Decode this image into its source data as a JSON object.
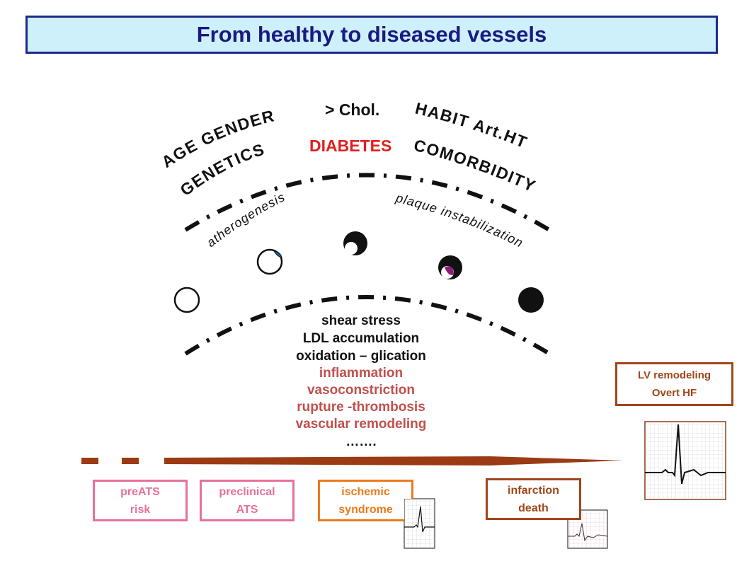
{
  "title": "From healthy to diseased vessels",
  "risk_factors": {
    "age": "AGE",
    "gender": "GENDER",
    "genetics": "GENETICS",
    "chol": "> Chol.",
    "diabetes": "DIABETES",
    "habit": "HABIT",
    "art_ht": "Art.HT",
    "comorbidity": "COMORBIDITY"
  },
  "processes": {
    "atherogenesis": "atherogenesis",
    "plaque_instabilization": "plaque instabilization"
  },
  "mechanisms": [
    "shear stress",
    "LDL accumulation",
    "oxidation – glication",
    "inflammation",
    "vasoconstriction",
    "rupture -thrombosis",
    "vascular remodeling",
    "……."
  ],
  "stages": {
    "preats": {
      "line1": "preATS",
      "line2": "risk"
    },
    "preclinical": {
      "line1": "preclinical",
      "line2": "ATS"
    },
    "ischemic": {
      "line1": "ischemic",
      "line2": "syndrome"
    },
    "infarction": {
      "line1": "infarction",
      "line2": "death"
    },
    "lv": {
      "line1": "LV remodeling",
      "line2": "Overt HF"
    }
  },
  "colors": {
    "title_bg": "#cdf0fa",
    "title_border": "#1c2a8c",
    "title_text": "#1a1a80",
    "diabetes": "#e02020",
    "mechanism_black": "#111111",
    "mechanism_red": "#c0504d",
    "arrow": "#9c3a14",
    "pink": "#e8709a",
    "orange": "#ec7a1c",
    "brown": "#a0461a"
  }
}
